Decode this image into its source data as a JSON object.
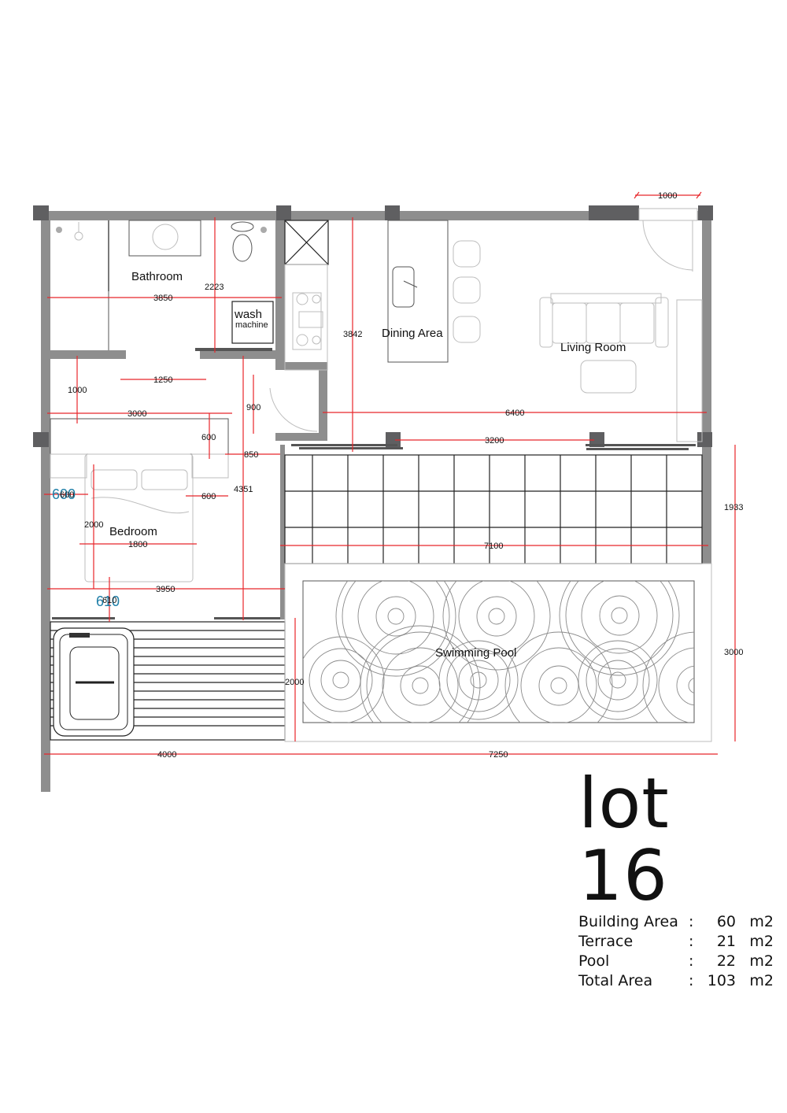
{
  "rooms": {
    "bathroom": "Bathroom",
    "wash_machine_line1": "wash",
    "wash_machine_line2": "machine",
    "dining_area": "Dining Area",
    "living_room": "Living Room",
    "bedroom": "Bedroom",
    "swimming_pool": "Swimming Pool"
  },
  "dimensions": {
    "front_door_width": "1000",
    "bathroom_width": "3850",
    "bathroom_depth": "2223",
    "kitchen_depth": "3842",
    "hall_opening": "1250",
    "hall_depth": "1000",
    "door_900": "900",
    "wardrobe_width": "3000",
    "wardrobe_depth": "600",
    "hall_850": "850",
    "living_width": "6400",
    "sliding_door": "3200",
    "bedroom_depth": "4351",
    "bedside_left": "600",
    "bedside_left_overlay": "600",
    "bedside_right": "600",
    "bed_length": "2000",
    "bed_width": "1800",
    "bedroom_width": "3950",
    "bed_to_door": "610",
    "bed_to_door_overlay": "610",
    "terrace_width": "7100",
    "terrace_depth": "1933",
    "pool_deck_depth": "2000",
    "pool_area_depth": "3000",
    "deck_width": "4000",
    "pool_width": "7250"
  },
  "legend": {
    "title": "lot 16",
    "rows": [
      {
        "label": "Building Area",
        "colon": ":",
        "value": "60",
        "unit": "m2"
      },
      {
        "label": "Terrace",
        "colon": ":",
        "value": "21",
        "unit": "m2"
      },
      {
        "label": "Pool",
        "colon": ":",
        "value": "22",
        "unit": "m2"
      },
      {
        "label": "Total Area",
        "colon": ":",
        "value": "103",
        "unit": "m2"
      }
    ]
  },
  "colors": {
    "wall": "#8e8e8e",
    "column": "#5f5f61",
    "dimension_line": "#e8262a",
    "overlay_text": "#1f7fa8"
  }
}
